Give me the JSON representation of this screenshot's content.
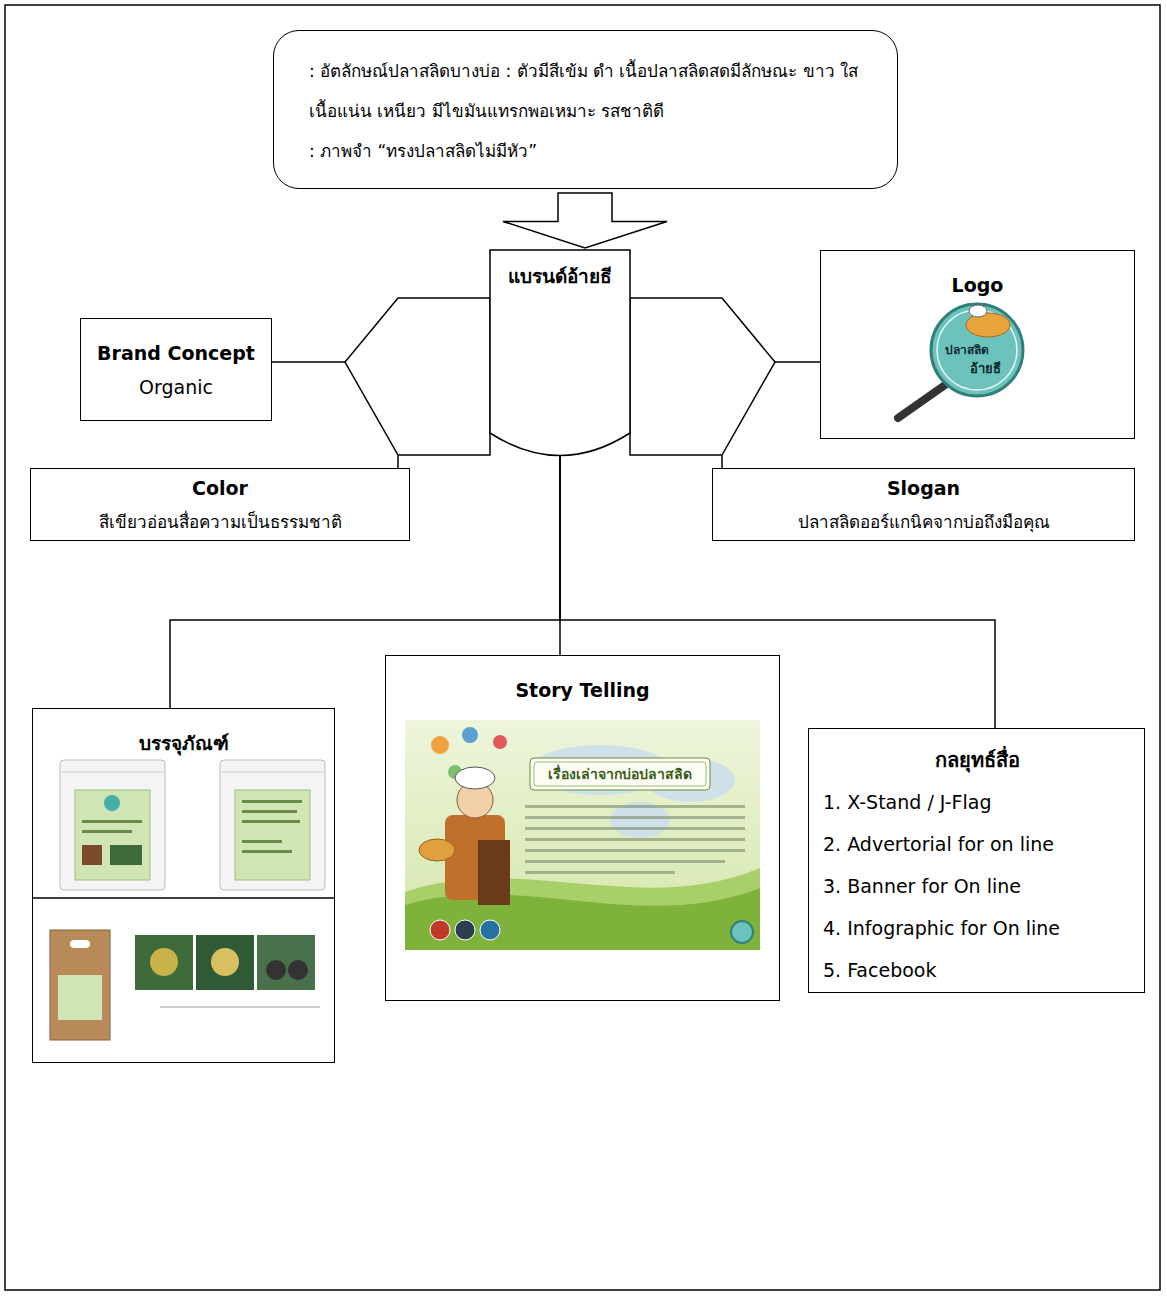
{
  "diagram": {
    "nodes": [
      {
        "text": [
          ": อัตลักษณ์ปลาสลิดบางบ่อ : ตัวมีสีเข้ม ดำ เนื้อปลาสลิดสดมีลักษณะ ขาว ใส เนื้อแน่น เหนียว มีไขมันแทรกพอเหมาะ รสชาติดี",
          ": ภาพจำ “ทรงปลาสลิดไม่มีหัว”"
        ]
      },
      {
        "text": [
          "แบรนด์อ้ายธี"
        ]
      },
      {
        "text": [
          "Brand Concept",
          "Organic"
        ]
      },
      {
        "text": [
          "Logo"
        ]
      },
      {
        "text": [
          "Color",
          "สีเขียวอ่อนสื่อความเป็นธรรมชาติ"
        ]
      },
      {
        "text": [
          "Slogan",
          "ปลาสลิดออร์แกนิคจากบ่อถึงมือคุณ"
        ]
      },
      {
        "text": [
          "บรรจุภัณฑ์"
        ]
      },
      {
        "text": [
          "Story Telling"
        ]
      },
      {
        "text": [
          "กลยุทธ์สื่อ",
          "1. X-Stand / J-Flag",
          "2. Advertorial for on line",
          "3. Banner for On line",
          "4. Infographic for On line",
          "5. Facebook"
        ]
      }
    ],
    "edges": [
      {
        "from": 0,
        "to": 1,
        "arrow": "to"
      },
      {
        "from": 1,
        "to": 2,
        "arrow": "none"
      },
      {
        "from": 1,
        "to": 3,
        "arrow": "none"
      },
      {
        "from": 1,
        "to": 4,
        "arrow": "none"
      },
      {
        "from": 1,
        "to": 5,
        "arrow": "none"
      },
      {
        "from": 1,
        "to": 6,
        "arrow": "none"
      },
      {
        "from": 1,
        "to": 7,
        "arrow": "none"
      },
      {
        "from": 1,
        "to": 8,
        "arrow": "none"
      }
    ],
    "labels": [
      "เรื่องเล่าจากบ่อปลาสลิด",
      "ปลาสลิด",
      "อ้ายธี"
    ]
  }
}
